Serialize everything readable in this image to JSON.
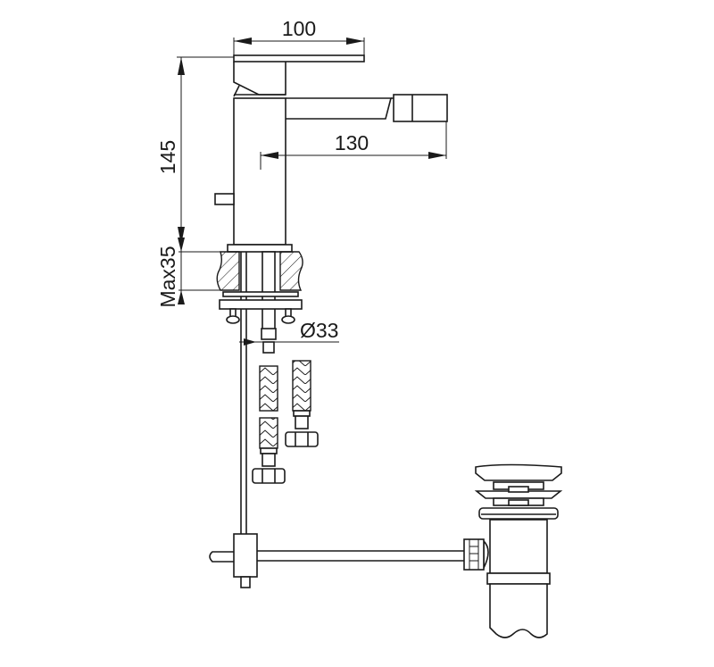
{
  "drawing": {
    "title": "Bidet mixer technical drawing",
    "line_color": "#1a1a1a",
    "background": "#ffffff",
    "dimensions": {
      "top_width": "100",
      "spout_reach": "130",
      "height": "145",
      "max_deck_thickness": "Max35",
      "hole_diameter": "Ø33"
    },
    "components": [
      "faucet-body",
      "lever-handle",
      "spout-with-aerator",
      "pop-up-knob",
      "deck-section-hatched",
      "mounting-nut-plate",
      "flexible-hoses",
      "pop-up-rod-linkage",
      "waste-drain-assembly"
    ]
  }
}
